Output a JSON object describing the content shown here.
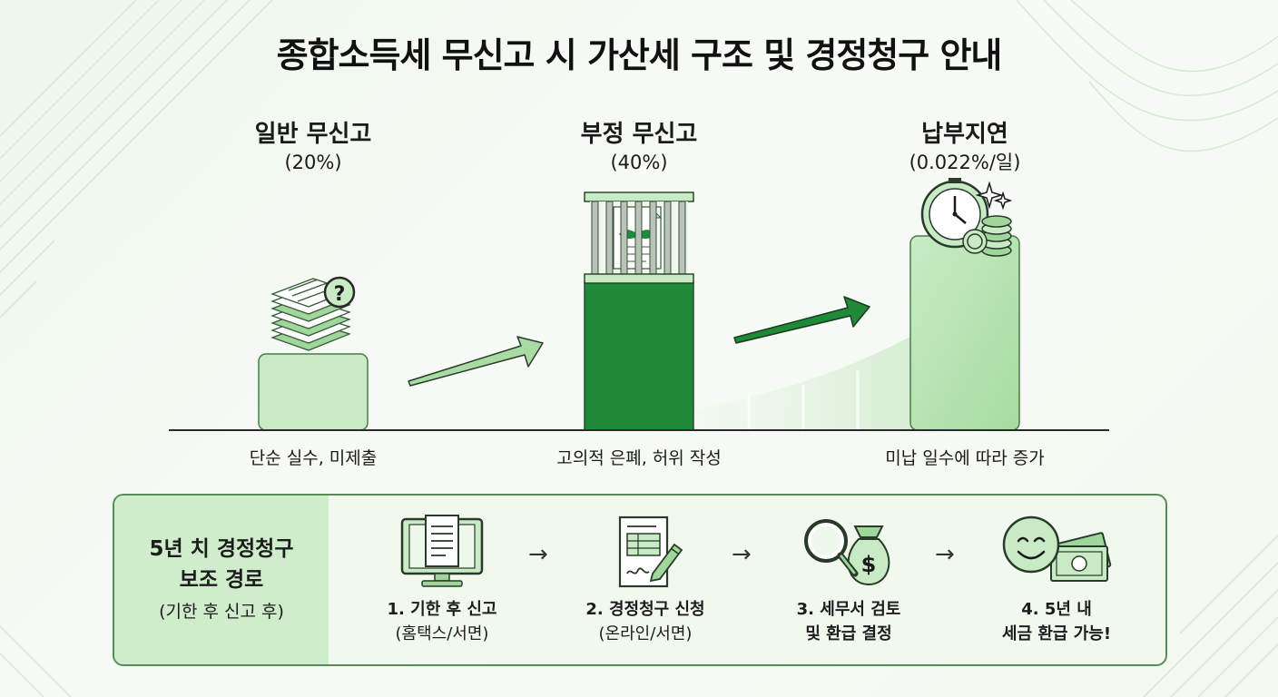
{
  "title": "종합소득세 무신고 시 가산세 구조 및 경정청구 안내",
  "penalties": [
    {
      "name": "일반 무신고",
      "rate": "(20%)",
      "description": "단순 실수, 미제출"
    },
    {
      "name": "부정 무신고",
      "rate": "(40%)",
      "description": "고의적 은폐, 허위 작성"
    },
    {
      "name": "납부지연",
      "rate": "(0.022%/일)",
      "description": "미납 일수에 따라 증가"
    }
  ],
  "refund_panel": {
    "title_line1": "5년 치 경정청구",
    "title_line2": "보조 경로",
    "subtitle": "(기한 후 신고 후)",
    "arrow_glyph": "→",
    "steps": [
      {
        "line1": "1. 기한 후 신고",
        "line2": "(홈택스/서면)",
        "icon": "computer-document-icon"
      },
      {
        "line1": "2. 경정청구 신청",
        "line2": "(온라인/서면)",
        "icon": "form-pen-icon"
      },
      {
        "line1": "3. 세무서 검토",
        "line2": "및 환급 결정",
        "icon": "magnifier-money-bag-icon"
      },
      {
        "line1": "4. 5년 내",
        "line2": "세금 환급 가능!",
        "icon": "smile-cash-icon"
      }
    ]
  },
  "colors": {
    "light_green": "#c8eac4",
    "medium_green": "#7fc77a",
    "dark_green": "#1f8a3a",
    "outline": "#4a7a4a"
  }
}
